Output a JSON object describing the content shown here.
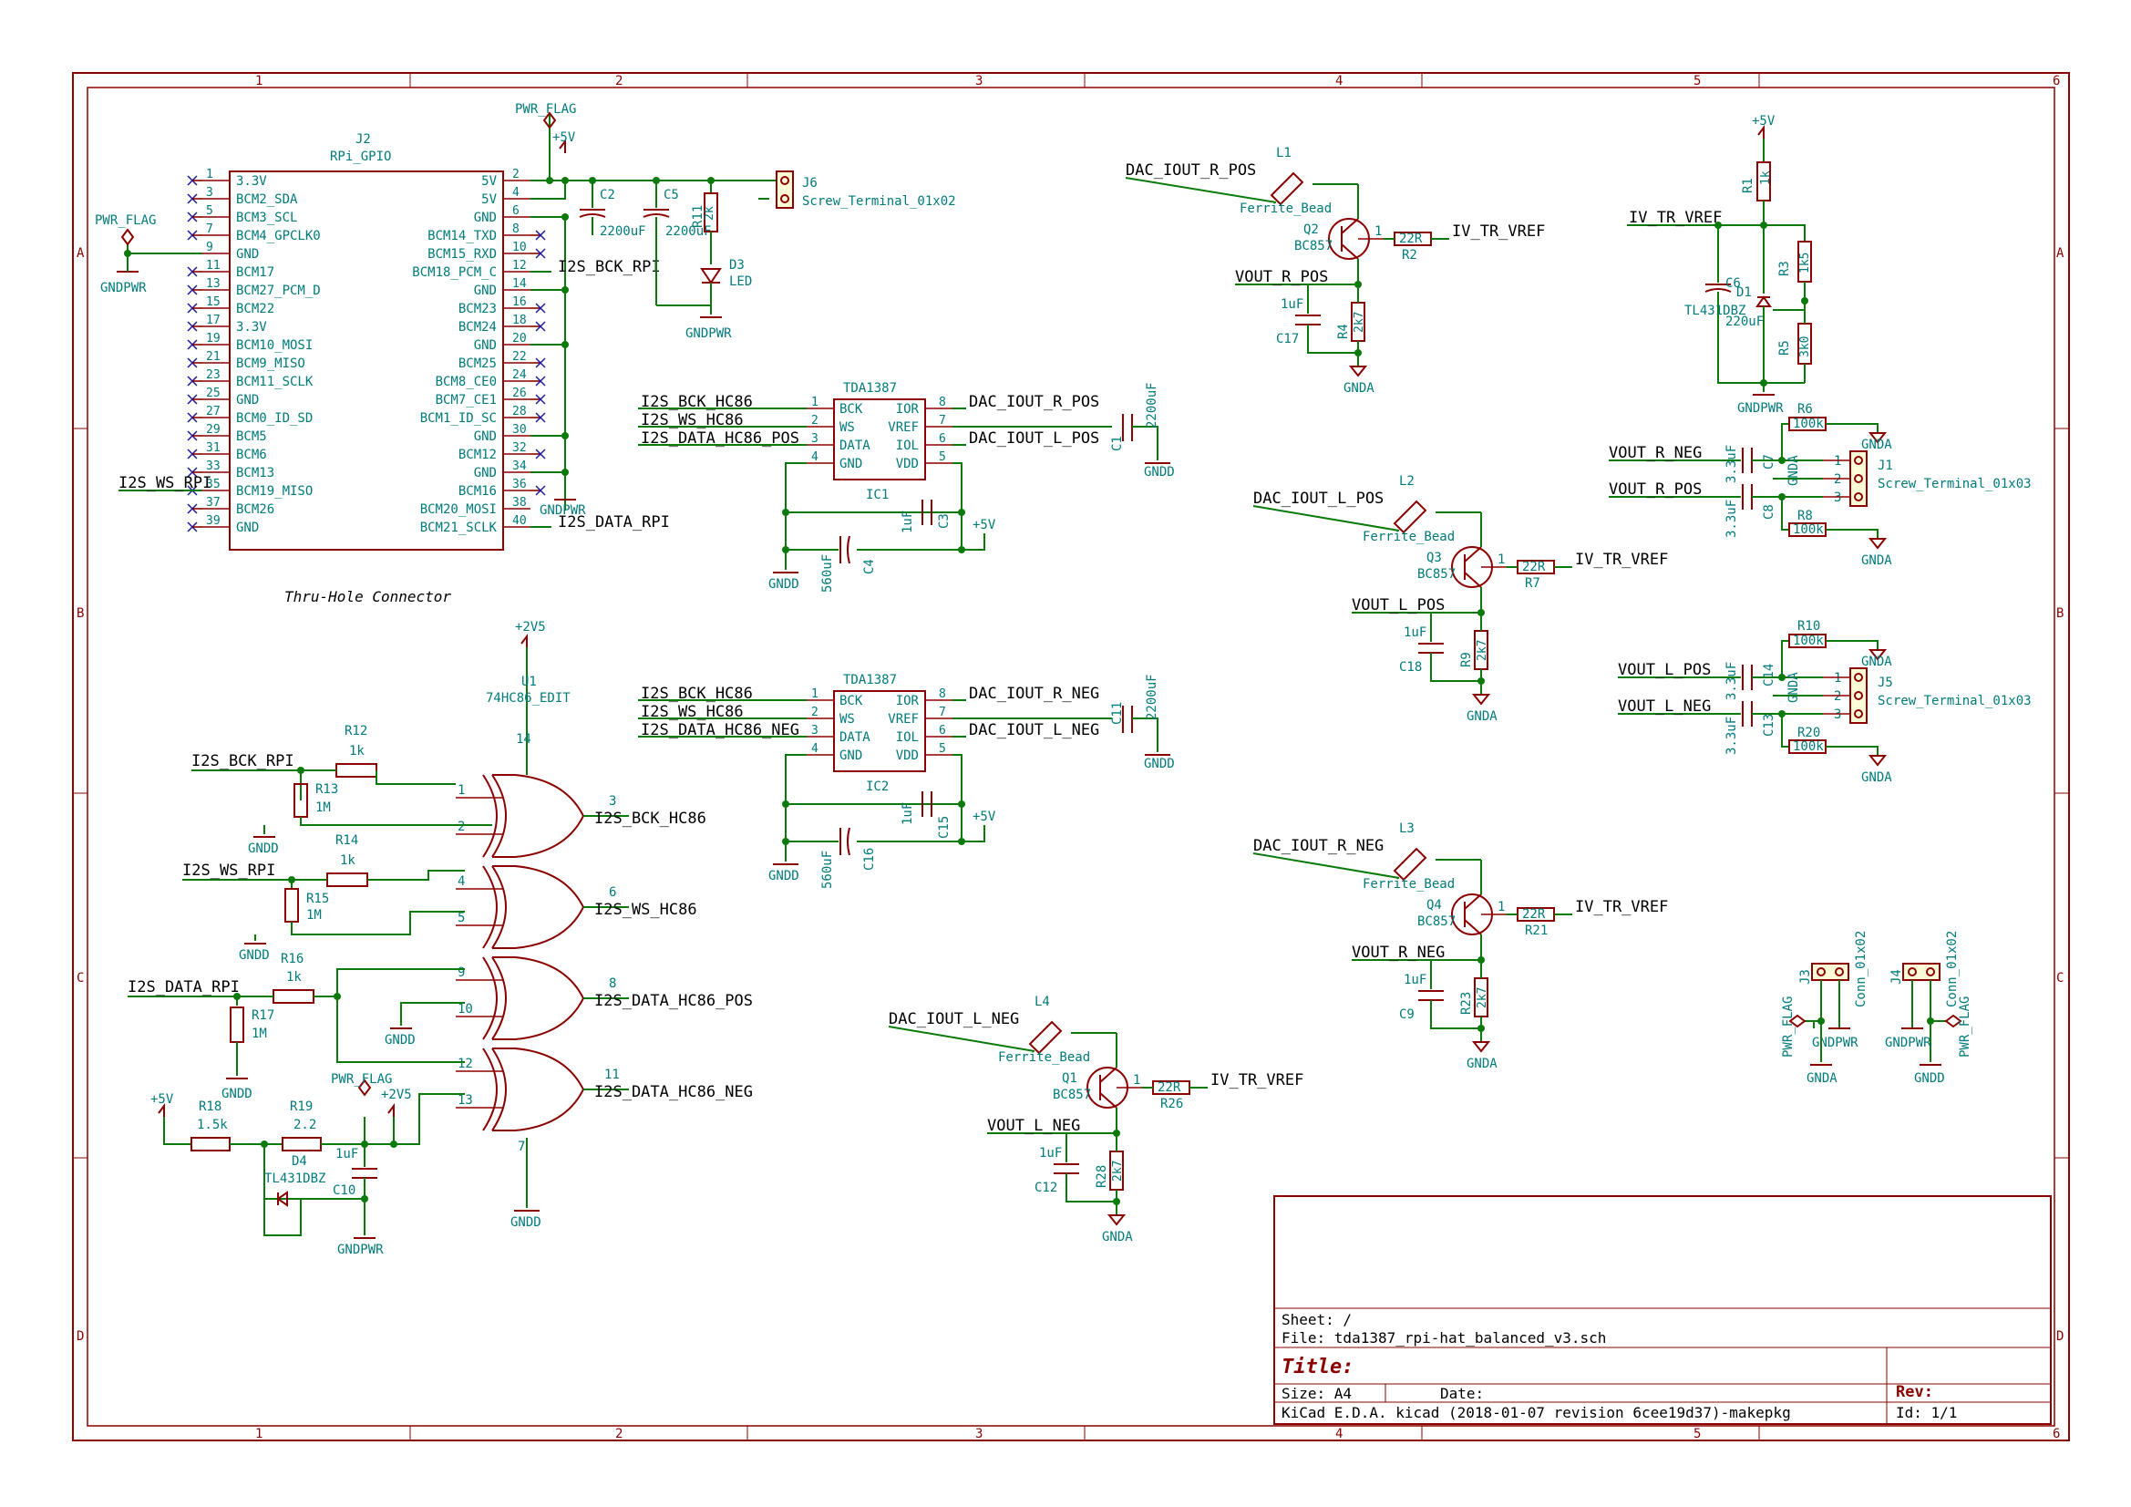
{
  "title_block": {
    "sheet": "Sheet: /",
    "file": "File: tda1387_rpi-hat_balanced_v3.sch",
    "title": "Title:",
    "size": "Size: A4",
    "date": "Date:",
    "rev": "Rev:",
    "tool": "KiCad E.D.A.  kicad (2018-01-07 revision 6cee19d37)-makepkg",
    "id": "Id: 1/1"
  },
  "zones": {
    "cols": [
      "1",
      "2",
      "3",
      "4",
      "5",
      "6"
    ],
    "rows": [
      "A",
      "B",
      "C",
      "D"
    ]
  },
  "j2": {
    "ref": "J2",
    "value": "RPi_GPIO",
    "caption": "Thru-Hole Connector",
    "left_pins": [
      {
        "n": "1",
        "name": "3.3V"
      },
      {
        "n": "3",
        "name": "BCM2_SDA"
      },
      {
        "n": "5",
        "name": "BCM3_SCL"
      },
      {
        "n": "7",
        "name": "BCM4_GPCLK0"
      },
      {
        "n": "9",
        "name": "GND"
      },
      {
        "n": "11",
        "name": "BCM17"
      },
      {
        "n": "13",
        "name": "BCM27_PCM_D"
      },
      {
        "n": "15",
        "name": "BCM22"
      },
      {
        "n": "17",
        "name": "3.3V"
      },
      {
        "n": "19",
        "name": "BCM10_MOSI"
      },
      {
        "n": "21",
        "name": "BCM9_MISO"
      },
      {
        "n": "23",
        "name": "BCM11_SCLK"
      },
      {
        "n": "25",
        "name": "GND"
      },
      {
        "n": "27",
        "name": "BCM0_ID_SD"
      },
      {
        "n": "29",
        "name": "BCM5"
      },
      {
        "n": "31",
        "name": "BCM6"
      },
      {
        "n": "33",
        "name": "BCM13"
      },
      {
        "n": "35",
        "name": "BCM19_MISO"
      },
      {
        "n": "37",
        "name": "BCM26"
      },
      {
        "n": "39",
        "name": "GND"
      }
    ],
    "right_pins": [
      {
        "n": "2",
        "name": "5V"
      },
      {
        "n": "4",
        "name": "5V"
      },
      {
        "n": "6",
        "name": "GND"
      },
      {
        "n": "8",
        "name": "BCM14_TXD"
      },
      {
        "n": "10",
        "name": "BCM15_RXD"
      },
      {
        "n": "12",
        "name": "BCM18_PCM_C"
      },
      {
        "n": "14",
        "name": "GND"
      },
      {
        "n": "16",
        "name": "BCM23"
      },
      {
        "n": "18",
        "name": "BCM24"
      },
      {
        "n": "20",
        "name": "GND"
      },
      {
        "n": "22",
        "name": "BCM25"
      },
      {
        "n": "24",
        "name": "BCM8_CE0"
      },
      {
        "n": "26",
        "name": "BCM7_CE1"
      },
      {
        "n": "28",
        "name": "BCM1_ID_SC"
      },
      {
        "n": "30",
        "name": "GND"
      },
      {
        "n": "32",
        "name": "BCM12"
      },
      {
        "n": "34",
        "name": "GND"
      },
      {
        "n": "36",
        "name": "BCM16"
      },
      {
        "n": "38",
        "name": "BCM20_MOSI"
      },
      {
        "n": "40",
        "name": "BCM21_SCLK"
      }
    ]
  },
  "power_texts": {
    "p5v": "+5V",
    "p2v5": "+2V5",
    "gnd_pwr": "GNDPWR",
    "gnd_d": "GNDD",
    "gnd_a": "GNDA",
    "pwr_flag": "PWR_FLAG"
  },
  "labels": [
    "I2S_BCK_RPI",
    "I2S_WS_RPI",
    "I2S_DATA_RPI",
    "I2S_BCK_HC86",
    "I2S_WS_HC86",
    "I2S_DATA_HC86_POS",
    "I2S_DATA_HC86_NEG",
    "DAC_IOUT_R_POS",
    "DAC_IOUT_L_POS",
    "DAC_IOUT_R_NEG",
    "DAC_IOUT_L_NEG",
    "IV_TR_VREF",
    "VOUT_R_POS",
    "VOUT_L_POS",
    "VOUT_R_NEG",
    "VOUT_L_NEG"
  ],
  "ic1": {
    "ref": "IC1",
    "value": "TDA1387",
    "left": [
      {
        "n": "1",
        "name": "BCK"
      },
      {
        "n": "2",
        "name": "WS"
      },
      {
        "n": "3",
        "name": "DATA"
      },
      {
        "n": "4",
        "name": "GND"
      }
    ],
    "right": [
      {
        "n": "8",
        "name": "IOR"
      },
      {
        "n": "7",
        "name": "VREF"
      },
      {
        "n": "6",
        "name": "IOL"
      },
      {
        "n": "5",
        "name": "VDD"
      }
    ]
  },
  "ic2": {
    "ref": "IC2",
    "value": "TDA1387"
  },
  "u1": {
    "ref": "U1",
    "value": "74HC86_EDIT"
  },
  "components": {
    "C1": "C1",
    "C1v": "2200uF",
    "C2": "C2",
    "C2v": "2200uF",
    "C3": "C3",
    "C3v": "1uF",
    "C4": "C4",
    "C4v": "560uF",
    "C5": "C5",
    "C5v": "2200uF",
    "C6": "C6",
    "C6v": "220uF",
    "C7": "C7",
    "C7v": "3.3uF",
    "C8": "C8",
    "C8v": "3.3uF",
    "C9": "C9",
    "C9v": "1uF",
    "C10": "C10",
    "C10v": "1uF",
    "C11": "C11",
    "C11v": "2200uF",
    "C12": "C12",
    "C12v": "1uF",
    "C13": "C13",
    "C13v": "3.3uF",
    "C14": "C14",
    "C14v": "3.3uF",
    "C15": "C15",
    "C15v": "1uF",
    "C16": "C16",
    "C16v": "560uF",
    "C17": "C17",
    "C17v": "1uF",
    "C18": "C18",
    "C18v": "1uF",
    "R1": "R1",
    "R1v": "1k",
    "R2": "R2",
    "R2v": "22R",
    "R3": "R3",
    "R3v": "1k5",
    "R4": "R4",
    "R4v": "2k7",
    "R5": "R5",
    "R5v": "3k0",
    "R6": "R6",
    "R6v": "100k",
    "R7": "R7",
    "R7v": "22R",
    "R8": "R8",
    "R8v": "100k",
    "R9": "R9",
    "R9v": "2k7",
    "R10": "R10",
    "R10v": "100k",
    "R11": "R11",
    "R11v": "2k",
    "R12": "R12",
    "R12v": "1k",
    "R13": "R13",
    "R13v": "1M",
    "R14": "R14",
    "R14v": "1k",
    "R15": "R15",
    "R15v": "1M",
    "R16": "R16",
    "R16v": "1k",
    "R17": "R17",
    "R17v": "1M",
    "R18": "R18",
    "R18v": "1.5k",
    "R19": "R19",
    "R19v": "2.2",
    "R20": "R20",
    "R20v": "100k",
    "R21": "R21",
    "R21v": "22R",
    "R23": "R23",
    "R23v": "2k7",
    "R26": "R26",
    "R26v": "22R",
    "R28": "R28",
    "R28v": "2k7",
    "Q1": "Q1",
    "Q2": "Q2",
    "Q3": "Q3",
    "Q4": "Q4",
    "Qv": "BC857",
    "L1": "L1",
    "L2": "L2",
    "L3": "L3",
    "L4": "L4",
    "Lv": "Ferrite_Bead",
    "D1": "D1",
    "D1v": "TL431DBZ",
    "D3": "D3",
    "D3v": "LED",
    "D4": "D4",
    "D4v": "TL431DBZ",
    "J1": "J1",
    "J1v": "Screw_Terminal_01x03",
    "J5": "J5",
    "J5v": "Screw_Terminal_01x03",
    "J6": "J6",
    "J6v": "Screw_Terminal_01x02",
    "J3": "J3",
    "J4": "J4",
    "Jconn": "Conn_01x02"
  }
}
